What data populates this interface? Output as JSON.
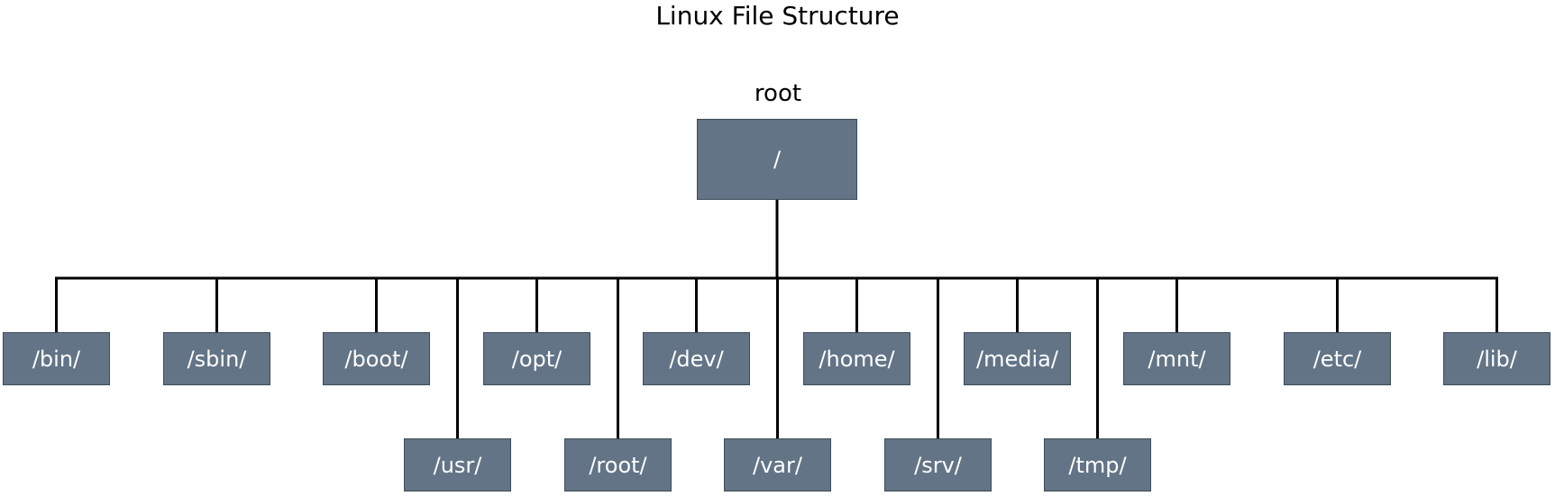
{
  "title": "Linux File Structure",
  "root": {
    "caption": "root",
    "label": "/"
  },
  "directories_row1": [
    "/bin/",
    "/sbin/",
    "/boot/",
    "/opt/",
    "/dev/",
    "/home/",
    "/media/",
    "/mnt/",
    "/etc/",
    "/lib/"
  ],
  "directories_row2": [
    "/usr/",
    "/root/",
    "/var/",
    "/srv/",
    "/tmp/"
  ],
  "colors": {
    "node_fill": "#637486",
    "node_border": "#3f4b57",
    "node_text": "#ffffff",
    "connector": "#000000"
  }
}
